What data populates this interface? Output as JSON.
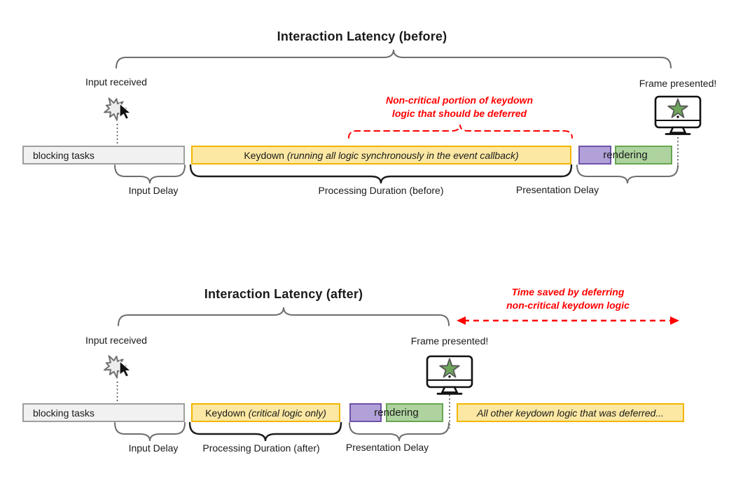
{
  "colors": {
    "annotation_red": "#FF0000",
    "bar_gray_fill": "#F1F1F1",
    "bar_gray_border": "#9E9E9E",
    "bar_yellow_fill": "#FCE8A3",
    "bar_yellow_border": "#F2B600",
    "bar_purple_fill": "#B2A1D8",
    "bar_purple_border": "#6E51A8",
    "bar_green_fill": "#AED39F",
    "bar_green_border": "#67A650",
    "star_green_fill": "#6DA55B",
    "brace_gray": "#6E6E6E",
    "brace_black": "#1C1C1C"
  },
  "before": {
    "title": "Interaction Latency (before)",
    "input_received_label": "Input received",
    "frame_presented_label": "Frame presented!",
    "annotation_line1": "Non-critical portion of keydown",
    "annotation_line2": "logic that should be deferred",
    "bars": {
      "blocking_label": "blocking tasks",
      "keydown_prefix": "Keydown",
      "keydown_detail": "(running all logic synchronously in the event callback)",
      "rendering_label": "rendering"
    },
    "duration_labels": {
      "input_delay": "Input Delay",
      "processing": "Processing Duration (before)",
      "presentation": "Presentation Delay"
    }
  },
  "after": {
    "title": "Interaction Latency (after)",
    "input_received_label": "Input received",
    "frame_presented_label": "Frame presented!",
    "annotation_line1": "Time saved by deferring",
    "annotation_line2": "non-critical keydown logic",
    "bars": {
      "blocking_label": "blocking tasks",
      "keydown_prefix": "Keydown",
      "keydown_detail": "(critical logic only)",
      "rendering_label": "rendering",
      "deferred_label": "All other keydown logic that was deferred..."
    },
    "duration_labels": {
      "input_delay": "Input Delay",
      "processing": "Processing Duration (after)",
      "presentation": "Presentation Delay"
    }
  }
}
